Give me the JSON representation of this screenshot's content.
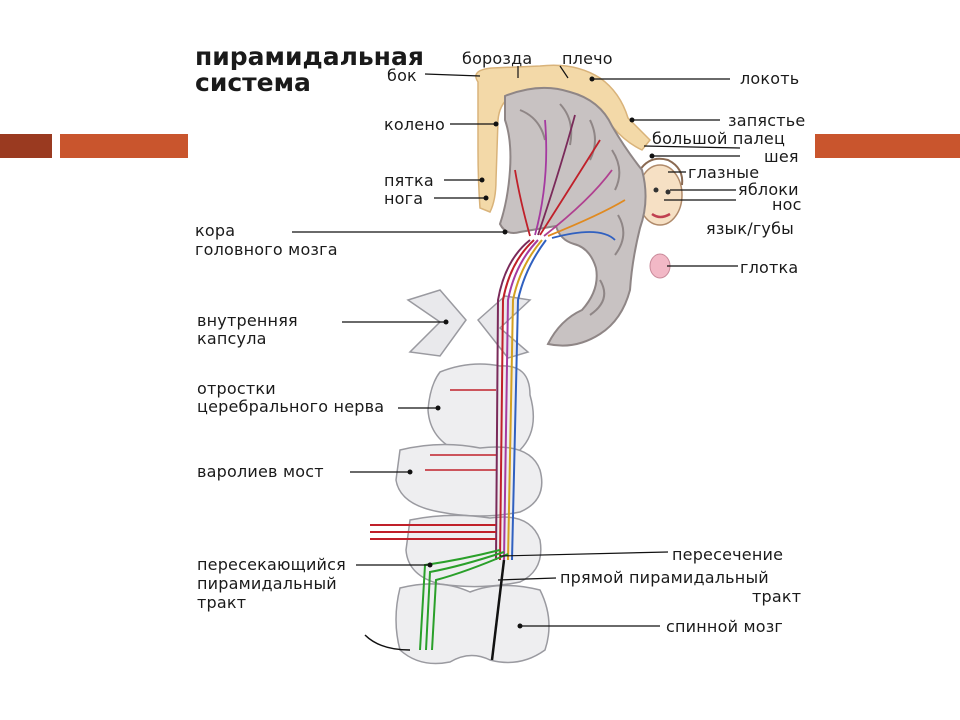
{
  "slide": {
    "title_line1": "пирамидальная",
    "title_line2": "система",
    "accent_color": "#c0502a",
    "accent_dark": "#9a3a20"
  },
  "labels": {
    "borozda": "борозда",
    "plecho": "плечо",
    "bok": "бок",
    "lokot": "локоть",
    "koleno": "колено",
    "zapyastie": "запястье",
    "bolshoy_palec": "большой палец",
    "sheya": "шея",
    "glaznye": "глазные",
    "yabloki": "яблоки",
    "nos": "нос",
    "yazyk_guby": "язык/губы",
    "pyatka": "пятка",
    "noga": "нога",
    "kora1": "кора",
    "kora2": "головного мозга",
    "glotka": "глотка",
    "vnutr1": "внутренняя",
    "vnutr2": "капсула",
    "otr1": "отростки",
    "otr2": "церебрального нерва",
    "varol": "варолиев мост",
    "peresech": "пересечение",
    "pryamoy1": "прямой пирамидальный",
    "pryamoy2": "тракт",
    "perek1": "пересекающийся",
    "perek2": "пирамидальный",
    "perek3": "тракт",
    "spinnoy": "спинной мозг"
  }
}
